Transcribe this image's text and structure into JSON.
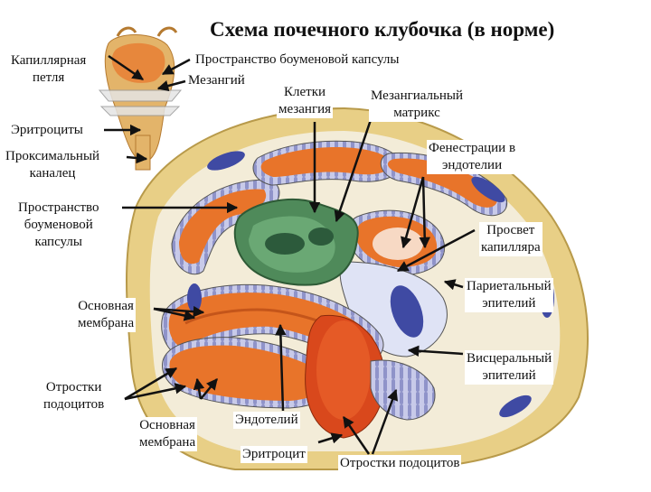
{
  "title": "Схема почечного клубочка (в норме)",
  "labels": {
    "capillary_loop": "Капиллярная\nпетля",
    "bowman_space_top": "Пространство боуменовой капсулы",
    "mesangium": "Мезангий",
    "erythrocytes": "Эритроциты",
    "proximal_tubule": "Проксимальный\nканалец",
    "mesangial_cells": "Клетки\nмезангия",
    "mesangial_matrix": "Мезангиальный\nматрикс",
    "fenestrations": "Фенестрации в\nэндотелии",
    "bowman_space": "Пространство\nбоуменовой\nкапсулы",
    "capillary_lumen": "Просвет\nкапилляра",
    "parietal_epithelium": "Париетальный\nэпителий",
    "basement_membrane_left": "Основная\nмембрана",
    "visceral_epithelium": "Висцеральный\nэпителий",
    "podocyte_processes_left": "Отростки\nподоцитов",
    "basement_membrane_bottom": "Основная\nмембрана",
    "endothelium": "Эндотелий",
    "erythrocyte": "Эритроцит",
    "podocyte_processes_bottom": "Отростки подоцитов"
  },
  "colors": {
    "capsule": "#e8cf86",
    "capillary": "#e8742a",
    "capillary_dark": "#c4551a",
    "mesangium": "#4f8a5a",
    "podocyte": "#c6c8e8",
    "nucleus": "#3f4aa3",
    "erythrocyte": "#d9481c"
  }
}
